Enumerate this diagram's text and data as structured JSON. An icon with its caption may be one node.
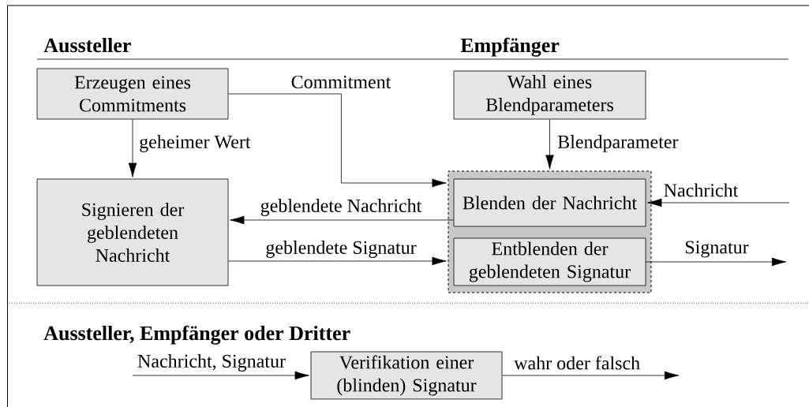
{
  "diagram": {
    "nodes": [
      {
        "text": [
          "Erzeugen eines Commitments"
        ]
      },
      {
        "text": [
          "Wahl eines Blendparameters"
        ]
      },
      {
        "text": [
          "Signieren der geblendeten Nachricht"
        ]
      },
      {
        "text": [],
        "shape": "box"
      },
      {
        "text": [
          "Blenden der Nachricht"
        ],
        "in": 3
      },
      {
        "text": [
          "Entblenden der geblendeten Signatur"
        ],
        "in": 3
      },
      {
        "text": [
          "Verifikation einer (blinden) Signatur"
        ]
      }
    ],
    "edges": [
      {
        "from": 0,
        "to": 2,
        "arrow": "to",
        "label": "geheimer Wert"
      },
      {
        "from": 0,
        "to": 3,
        "arrow": "to",
        "label": "Commitment"
      },
      {
        "from": 1,
        "to": 3,
        "arrow": "to",
        "label": "Blendparameter"
      },
      {
        "from": null,
        "to": 4,
        "arrow": "to",
        "label": "Nachricht"
      },
      {
        "from": 4,
        "to": 2,
        "arrow": "to",
        "label": "geblendete Nachricht"
      },
      {
        "from": 2,
        "to": 3,
        "arrow": "to",
        "label": "geblendete Signatur"
      },
      {
        "from": 5,
        "to": null,
        "arrow": "to",
        "label": "Signatur"
      },
      {
        "from": null,
        "to": 6,
        "arrow": "to",
        "label": "Nachricht, Signatur"
      },
      {
        "from": 6,
        "to": null,
        "arrow": "to",
        "label": "wahr oder falsch"
      }
    ],
    "labels": [
      "Aussteller",
      "Empfänger",
      "Aussteller, Empfänger oder Dritter"
    ]
  }
}
